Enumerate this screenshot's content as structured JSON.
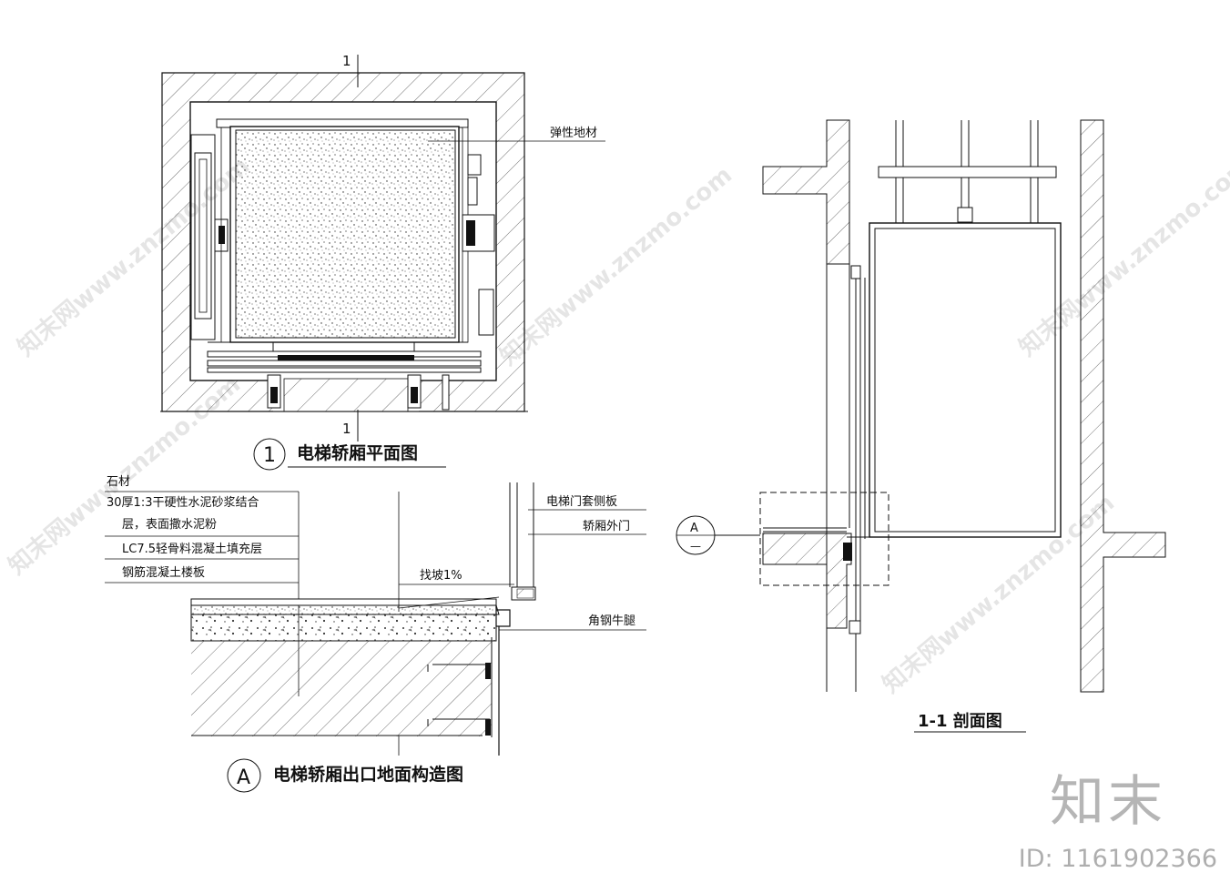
{
  "plan": {
    "section_mark_top": "1",
    "section_mark_bottom": "1",
    "label_floor": "弹性地材",
    "title_num": "1",
    "title": "电梯轿厢平面图"
  },
  "detail": {
    "layers": [
      "石材",
      "30厚1:3干硬性水泥砂浆结合",
      "层，表面撒水泥粉",
      "LC7.5轻骨料混凝土填充层",
      "钢筋混凝土楼板"
    ],
    "slope": "找坡1%",
    "label_side_panel": "电梯门套侧板",
    "label_outer_door": "轿厢外门",
    "label_angle_steel": "角钢牛腿",
    "title_num": "A",
    "title": "电梯轿厢出口地面构造图"
  },
  "section": {
    "callout": "A",
    "callout_sub": "—",
    "title": "1-1  剖面图"
  },
  "watermark": {
    "text": "知末网www.znzmo.com",
    "brand": "知末",
    "id": "ID: 1161902366"
  }
}
